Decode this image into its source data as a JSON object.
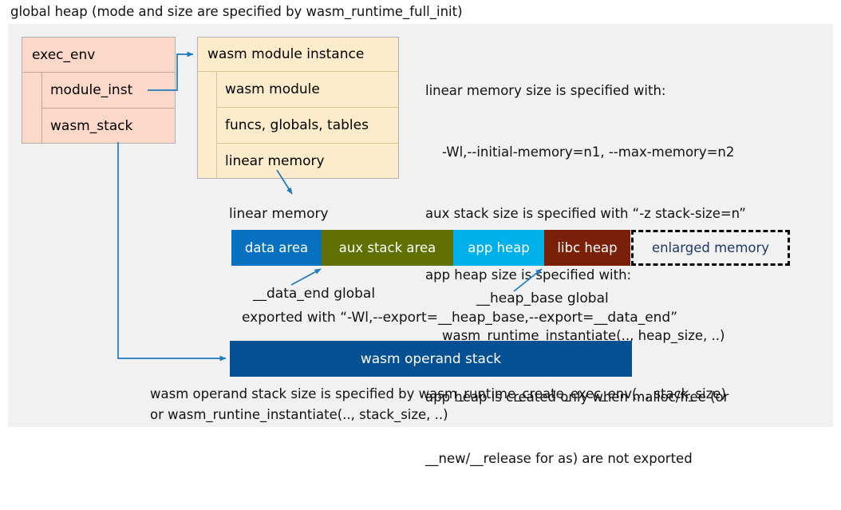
{
  "title": "global heap (mode and size are specified by wasm_runtime_full_init)",
  "colors": {
    "panel_bg": "#f1f1f1",
    "exec_env_fill": "#fbd8c9",
    "module_inst_fill": "#fdeccb",
    "connector": "#1f7ac0",
    "data_area": "#0870c0",
    "aux_stack_area": "#5f7000",
    "app_heap": "#00b0ea",
    "libc_heap": "#7a2008",
    "enlarged_memory_text": "#1f3864",
    "operand_stack": "#055092"
  },
  "exec_env": {
    "header": "exec_env",
    "fields": [
      {
        "label": "module_inst"
      },
      {
        "label": "wasm_stack"
      }
    ]
  },
  "module_instance": {
    "header": "wasm module instance",
    "fields": [
      {
        "label": "wasm module"
      },
      {
        "label": "funcs, globals, tables"
      },
      {
        "label": "linear memory"
      }
    ]
  },
  "note": {
    "lines": [
      "linear memory size is specified with:",
      "    -Wl,--initial-memory=n1, --max-memory=n2",
      "aux stack size is specified with “-z stack-size=n”",
      "app heap size is specified with:",
      "    wasm_runtime_instantiate(.., heap_size, ..)",
      "app heap is created only when malloc/free (or",
      "__new/__release for as) are not exported"
    ]
  },
  "linear_memory": {
    "label": "linear memory",
    "segments": [
      {
        "label": "data area",
        "width": 113,
        "color": "#0870c0",
        "dashed": false
      },
      {
        "label": "aux stack area",
        "width": 165,
        "color": "#5f7000",
        "dashed": false
      },
      {
        "label": "app heap",
        "width": 114,
        "color": "#00b0ea",
        "dashed": false
      },
      {
        "label": "libc heap",
        "width": 108,
        "color": "#7a2008",
        "dashed": false
      },
      {
        "label": "enlarged memory",
        "width": 199,
        "color": "#f1f1f1",
        "dashed": true
      }
    ]
  },
  "annotations": {
    "data_end": "__data_end global",
    "heap_base": "__heap_base global",
    "exported": "exported with “-Wl,--export=__heap_base,--export=__data_end”"
  },
  "operand_stack": {
    "label": "wasm operand stack",
    "note_lines": [
      "wasm operand stack size is specified by wasm_runtime_create_exec_env(.., stack_size)",
      "or wasm_runtine_instantiate(.., stack_size, ..)"
    ]
  }
}
